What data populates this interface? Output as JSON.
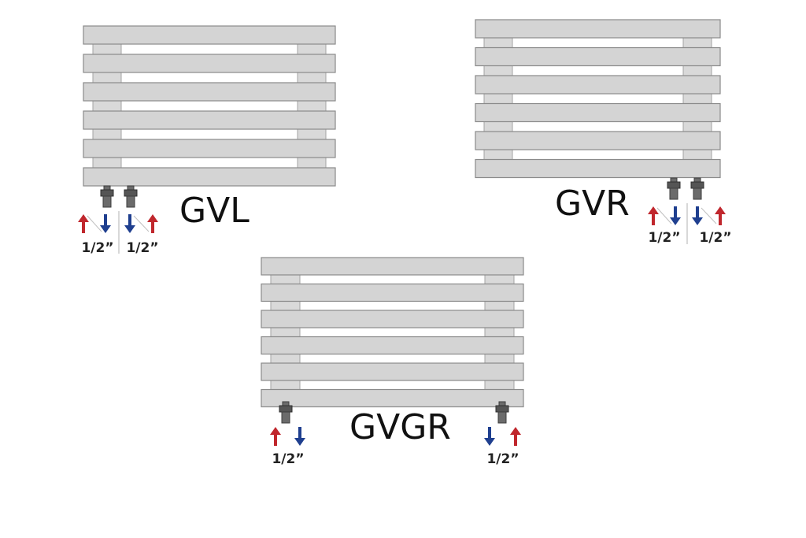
{
  "colors": {
    "hot": "#c0272d",
    "cold": "#1f3f8f",
    "bar_fill": "#d4d4d4",
    "bar_stroke": "#8a8a8a"
  },
  "icons": {
    "supply": "arrow-up-icon",
    "return": "arrow-down-icon",
    "valve": "valve-icon"
  },
  "radiators": [
    {
      "id": "gvl",
      "label": "GVL",
      "bar_count": 6,
      "connection_size": "1/2”",
      "connections": [
        {
          "size": "1/2”",
          "arrows": [
            "hot-up",
            "cold-down"
          ]
        },
        {
          "size": "1/2”",
          "arrows": [
            "cold-down",
            "hot-up"
          ]
        }
      ]
    },
    {
      "id": "gvr",
      "label": "GVR",
      "bar_count": 6,
      "connection_size": "1/2”",
      "connections": [
        {
          "size": "1/2”",
          "arrows": [
            "hot-up",
            "cold-down"
          ]
        },
        {
          "size": "1/2”",
          "arrows": [
            "cold-down",
            "hot-up"
          ]
        }
      ]
    },
    {
      "id": "gvgr",
      "label": "GVGR",
      "bar_count": 6,
      "connection_size": "1/2”",
      "connections": [
        {
          "size": "1/2”",
          "arrows": [
            "hot-up",
            "cold-down"
          ]
        },
        {
          "size": "1/2”",
          "arrows": [
            "cold-down",
            "hot-up"
          ]
        }
      ]
    }
  ]
}
